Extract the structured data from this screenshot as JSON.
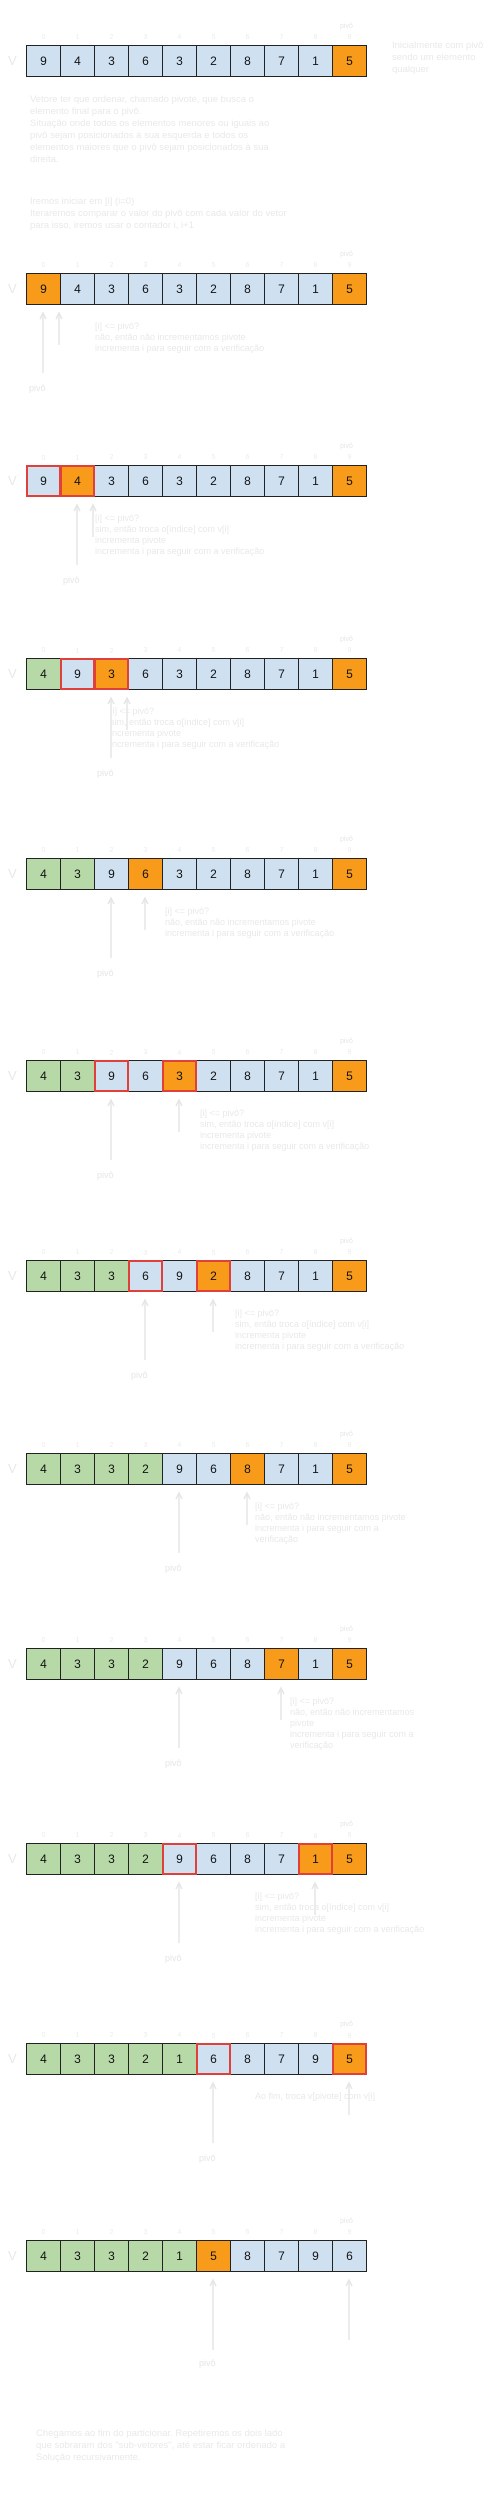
{
  "labels": {
    "vector": "V",
    "pivot_tag": "pivô",
    "pivot_label": "pivô",
    "index_prefix": "i"
  },
  "intro": {
    "right_note": "Inicialmente com pivô\nsendo um elemento\nqualquer",
    "para1": "Vetore ter que ordenar, chamado pivote, que busca o\nelemento final para o pivô.\nSituação onde todos os elementos menores ou iguais ao\npivô sejam posicionados à sua esquerda e todos os\nelementos maiores que o pivô sejam posicionados à sua\ndireita.",
    "para2": "Iremos iniciar em [i] (i=0)\nIteraremos comparar o valor do pivô com cada valor do vetor\npara isso, iremos usar o contador i, i+1"
  },
  "steps": [
    {
      "cells": [
        {
          "v": "9",
          "c": "blue"
        },
        {
          "v": "4",
          "c": "blue"
        },
        {
          "v": "3",
          "c": "blue"
        },
        {
          "v": "6",
          "c": "blue"
        },
        {
          "v": "3",
          "c": "blue"
        },
        {
          "v": "2",
          "c": "blue"
        },
        {
          "v": "8",
          "c": "blue"
        },
        {
          "v": "7",
          "c": "blue"
        },
        {
          "v": "1",
          "c": "blue"
        },
        {
          "v": "5",
          "c": "orange"
        }
      ],
      "note": ""
    },
    {
      "cells": [
        {
          "v": "9",
          "c": "orange"
        },
        {
          "v": "4",
          "c": "blue"
        },
        {
          "v": "3",
          "c": "blue"
        },
        {
          "v": "6",
          "c": "blue"
        },
        {
          "v": "3",
          "c": "blue"
        },
        {
          "v": "2",
          "c": "blue"
        },
        {
          "v": "8",
          "c": "blue"
        },
        {
          "v": "7",
          "c": "blue"
        },
        {
          "v": "1",
          "c": "blue"
        },
        {
          "v": "5",
          "c": "orange"
        }
      ],
      "note": "[i] <= pivô?\nnão, então não incrementamos pivote\nincrementa i para seguir com a verificação"
    },
    {
      "cells": [
        {
          "v": "9",
          "c": "blue",
          "r": true
        },
        {
          "v": "4",
          "c": "orange",
          "r": true
        },
        {
          "v": "3",
          "c": "blue"
        },
        {
          "v": "6",
          "c": "blue"
        },
        {
          "v": "3",
          "c": "blue"
        },
        {
          "v": "2",
          "c": "blue"
        },
        {
          "v": "8",
          "c": "blue"
        },
        {
          "v": "7",
          "c": "blue"
        },
        {
          "v": "1",
          "c": "blue"
        },
        {
          "v": "5",
          "c": "orange"
        }
      ],
      "note": "[i] <= pivô?\nsim, então troca o[índice] com v[i]\nincrementa pivote\nincrementa i para seguir com a verificação"
    },
    {
      "cells": [
        {
          "v": "4",
          "c": "green"
        },
        {
          "v": "9",
          "c": "blue",
          "r": true
        },
        {
          "v": "3",
          "c": "orange",
          "r": true
        },
        {
          "v": "6",
          "c": "blue"
        },
        {
          "v": "3",
          "c": "blue"
        },
        {
          "v": "2",
          "c": "blue"
        },
        {
          "v": "8",
          "c": "blue"
        },
        {
          "v": "7",
          "c": "blue"
        },
        {
          "v": "1",
          "c": "blue"
        },
        {
          "v": "5",
          "c": "orange"
        }
      ],
      "note": "[i] <= pivô?\nsim, então troca o[índice] com v[i]\nincrementa pivote\nincrementa i para seguir com a verificação"
    },
    {
      "cells": [
        {
          "v": "4",
          "c": "green"
        },
        {
          "v": "3",
          "c": "green"
        },
        {
          "v": "9",
          "c": "blue"
        },
        {
          "v": "6",
          "c": "orange"
        },
        {
          "v": "3",
          "c": "blue"
        },
        {
          "v": "2",
          "c": "blue"
        },
        {
          "v": "8",
          "c": "blue"
        },
        {
          "v": "7",
          "c": "blue"
        },
        {
          "v": "1",
          "c": "blue"
        },
        {
          "v": "5",
          "c": "orange"
        }
      ],
      "note": "[i] <= pivô?\nnão, então não incrementamos pivote\nincrementa i para seguir com a verificação"
    },
    {
      "cells": [
        {
          "v": "4",
          "c": "green"
        },
        {
          "v": "3",
          "c": "green"
        },
        {
          "v": "9",
          "c": "blue",
          "r": true
        },
        {
          "v": "6",
          "c": "blue"
        },
        {
          "v": "3",
          "c": "orange",
          "r": true
        },
        {
          "v": "2",
          "c": "blue"
        },
        {
          "v": "8",
          "c": "blue"
        },
        {
          "v": "7",
          "c": "blue"
        },
        {
          "v": "1",
          "c": "blue"
        },
        {
          "v": "5",
          "c": "orange"
        }
      ],
      "note": "[i] <= pivô?\nsim, então troca o[índice] com v[i]\nincrementa pivote\nincrementa i para seguir com a verificação"
    },
    {
      "cells": [
        {
          "v": "4",
          "c": "green"
        },
        {
          "v": "3",
          "c": "green"
        },
        {
          "v": "3",
          "c": "green"
        },
        {
          "v": "6",
          "c": "blue",
          "r": true
        },
        {
          "v": "9",
          "c": "blue"
        },
        {
          "v": "2",
          "c": "orange",
          "r": true
        },
        {
          "v": "8",
          "c": "blue"
        },
        {
          "v": "7",
          "c": "blue"
        },
        {
          "v": "1",
          "c": "blue"
        },
        {
          "v": "5",
          "c": "orange"
        }
      ],
      "note": "[i] <= pivô?\nsim, então troca o[índice] com v[i]\nincrementa pivote\nincrementa i para seguir com a verificação"
    },
    {
      "cells": [
        {
          "v": "4",
          "c": "green"
        },
        {
          "v": "3",
          "c": "green"
        },
        {
          "v": "3",
          "c": "green"
        },
        {
          "v": "2",
          "c": "green"
        },
        {
          "v": "9",
          "c": "blue"
        },
        {
          "v": "6",
          "c": "blue"
        },
        {
          "v": "8",
          "c": "orange"
        },
        {
          "v": "7",
          "c": "blue"
        },
        {
          "v": "1",
          "c": "blue"
        },
        {
          "v": "5",
          "c": "orange"
        }
      ],
      "note": "[i] <= pivô?\nnão, então não incrementamos pivote\nincrementa i para seguir com a\nverificação"
    },
    {
      "cells": [
        {
          "v": "4",
          "c": "green"
        },
        {
          "v": "3",
          "c": "green"
        },
        {
          "v": "3",
          "c": "green"
        },
        {
          "v": "2",
          "c": "green"
        },
        {
          "v": "9",
          "c": "blue"
        },
        {
          "v": "6",
          "c": "blue"
        },
        {
          "v": "8",
          "c": "blue"
        },
        {
          "v": "7",
          "c": "orange"
        },
        {
          "v": "1",
          "c": "blue"
        },
        {
          "v": "5",
          "c": "orange"
        }
      ],
      "note": "[i] <= pivô?\nnão, então não incrementamos\npivote\nincrementa i para seguir com a\nverificação"
    },
    {
      "cells": [
        {
          "v": "4",
          "c": "green"
        },
        {
          "v": "3",
          "c": "green"
        },
        {
          "v": "3",
          "c": "green"
        },
        {
          "v": "2",
          "c": "green"
        },
        {
          "v": "9",
          "c": "blue",
          "r": true
        },
        {
          "v": "6",
          "c": "blue"
        },
        {
          "v": "8",
          "c": "blue"
        },
        {
          "v": "7",
          "c": "blue"
        },
        {
          "v": "1",
          "c": "orange",
          "r": true
        },
        {
          "v": "5",
          "c": "orange"
        }
      ],
      "note": "[i] <= pivô?\nsim, então troca o[índice] com v[i]\nincrementa pivote\nincrementa i para seguir com a verificação"
    },
    {
      "cells": [
        {
          "v": "4",
          "c": "green"
        },
        {
          "v": "3",
          "c": "green"
        },
        {
          "v": "3",
          "c": "green"
        },
        {
          "v": "2",
          "c": "green"
        },
        {
          "v": "1",
          "c": "green"
        },
        {
          "v": "6",
          "c": "blue",
          "r": true
        },
        {
          "v": "8",
          "c": "blue"
        },
        {
          "v": "7",
          "c": "blue"
        },
        {
          "v": "9",
          "c": "blue"
        },
        {
          "v": "5",
          "c": "orange",
          "r": true
        }
      ],
      "note": "Ao fim, troca v[pivote] com v[i]"
    },
    {
      "cells": [
        {
          "v": "4",
          "c": "green"
        },
        {
          "v": "3",
          "c": "green"
        },
        {
          "v": "3",
          "c": "green"
        },
        {
          "v": "2",
          "c": "green"
        },
        {
          "v": "1",
          "c": "green"
        },
        {
          "v": "5",
          "c": "orange"
        },
        {
          "v": "8",
          "c": "blue"
        },
        {
          "v": "7",
          "c": "blue"
        },
        {
          "v": "9",
          "c": "blue"
        },
        {
          "v": "6",
          "c": "blue"
        }
      ],
      "note": ""
    }
  ],
  "outro": "Chegamos ao fim do particionar. Repetiremos os dois lado\nque sobraram dos \"sub-vetores\", até estar ficar ordenado a\nSolução recursivamente."
}
